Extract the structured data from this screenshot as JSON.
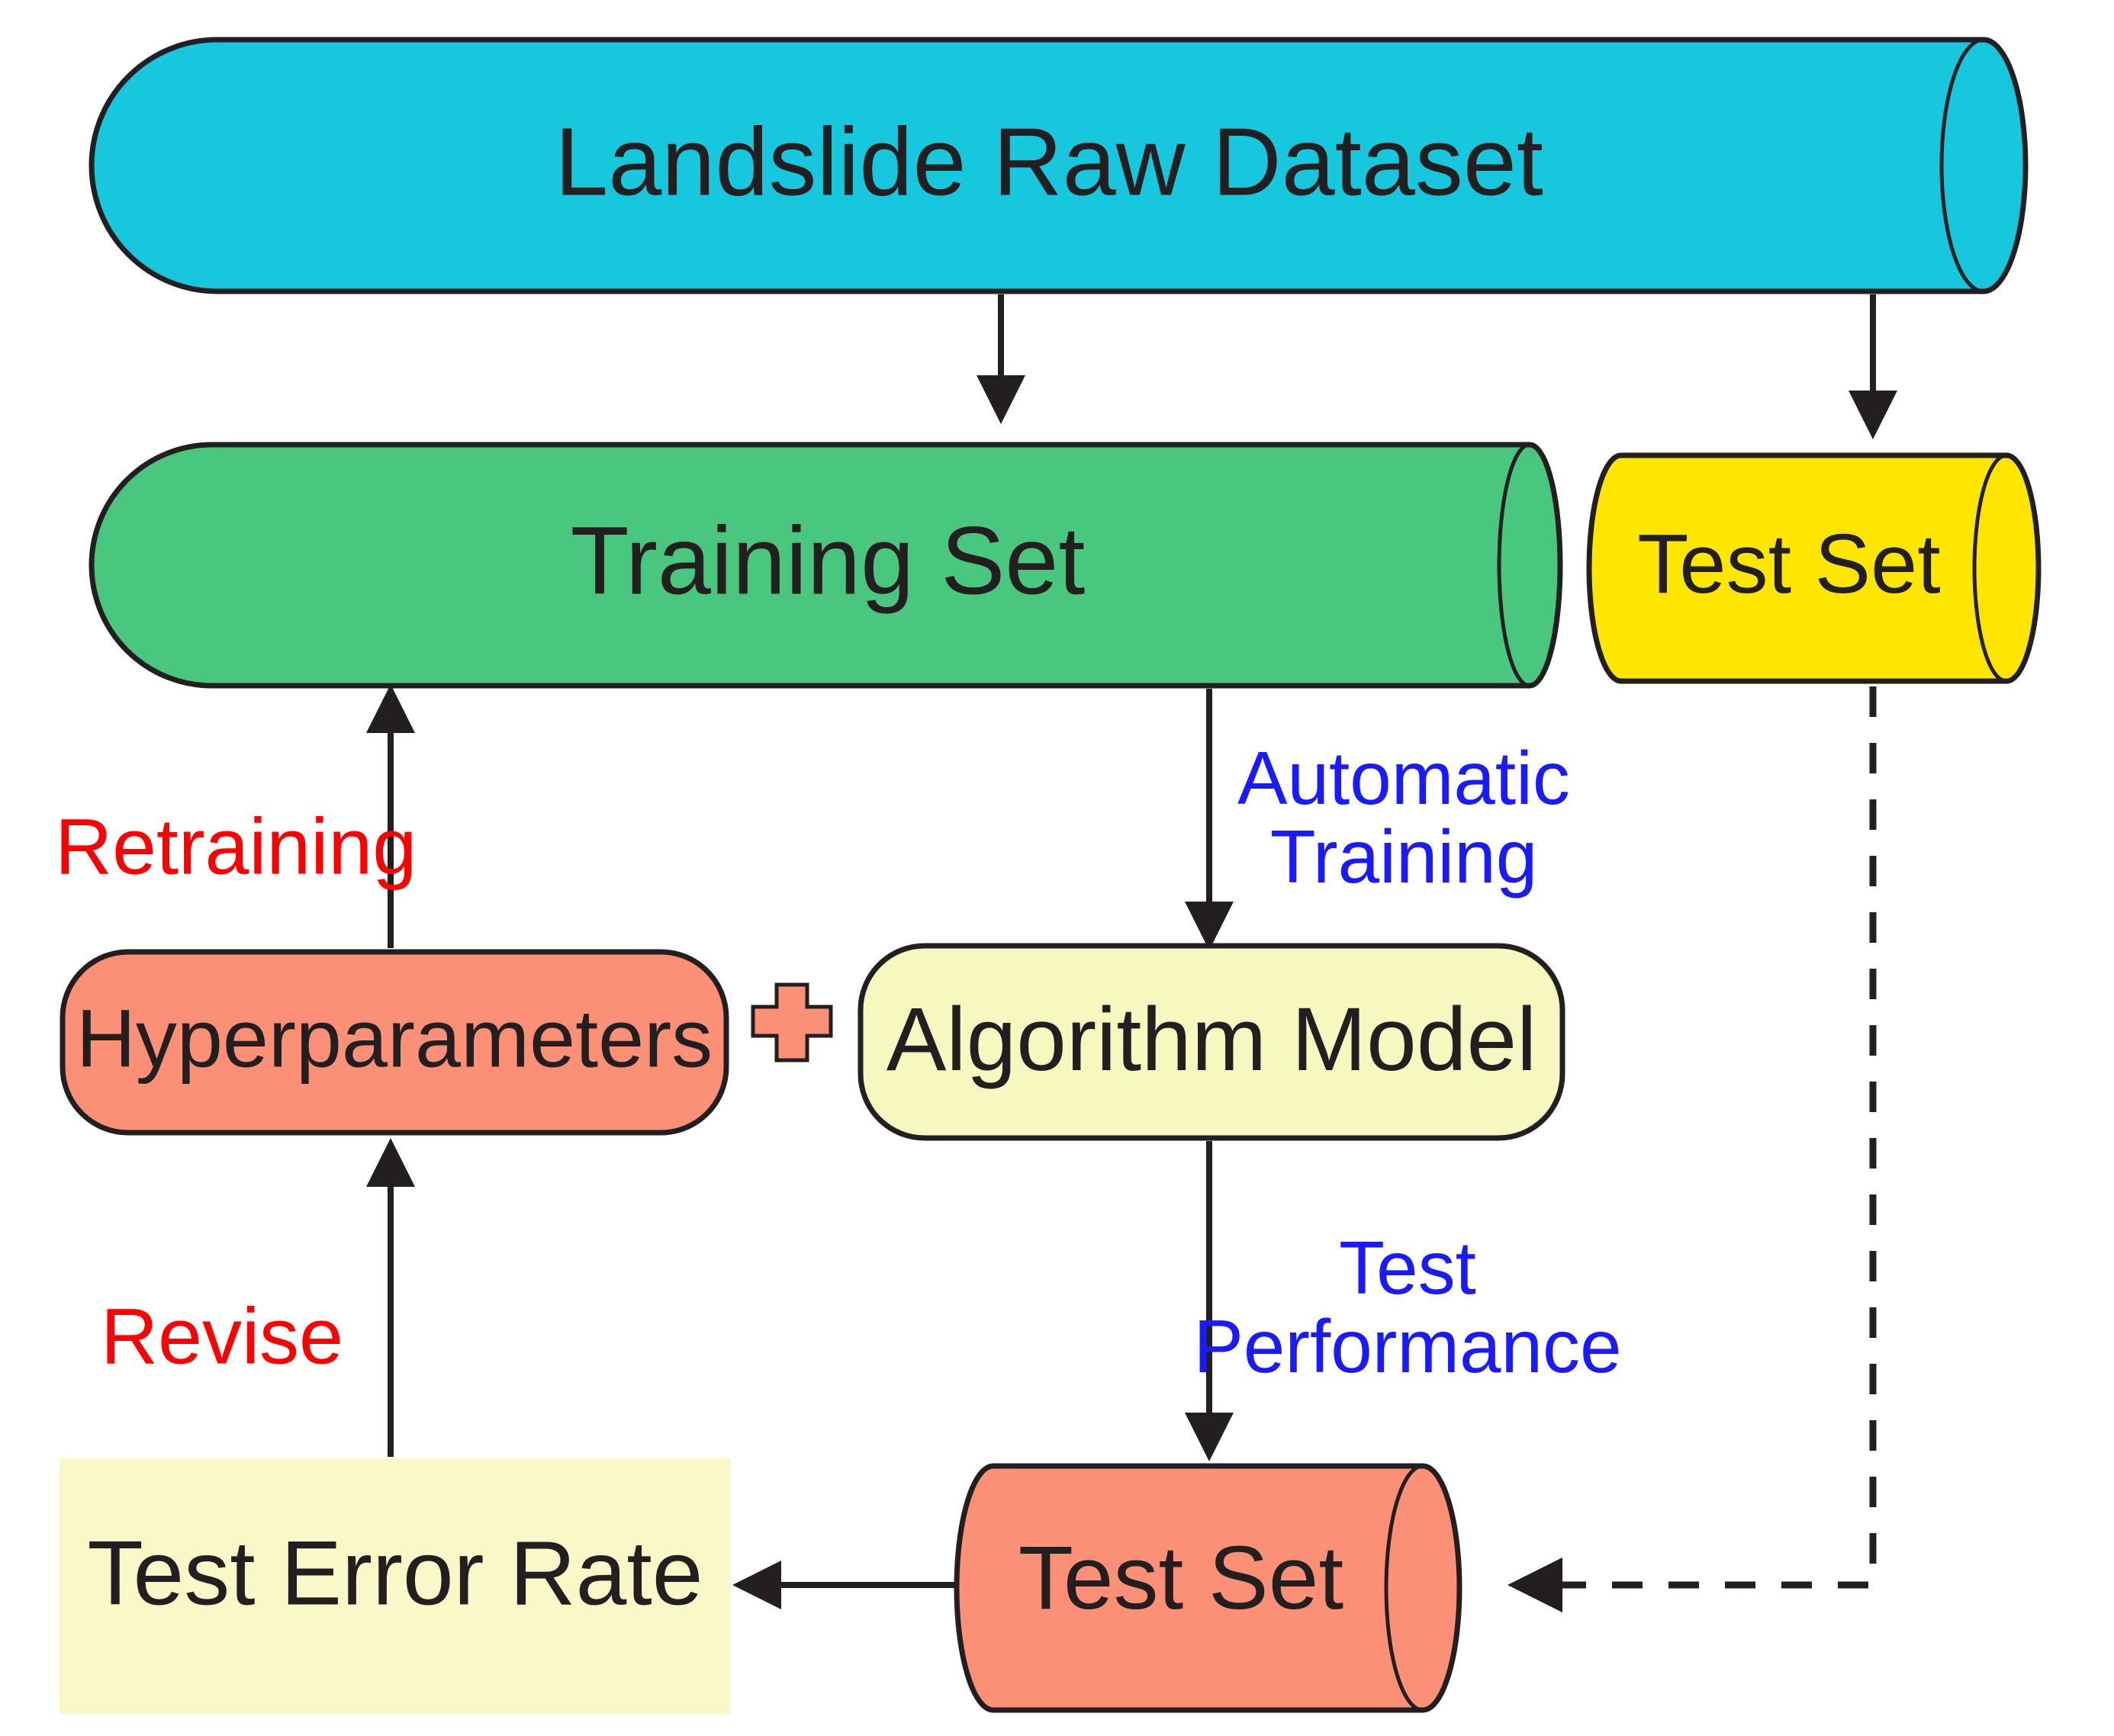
{
  "diagram": {
    "title": "Landslide machine-learning workflow flowchart",
    "background": "#ffffff",
    "colors": {
      "raw_dataset_fill": "#16c7dd",
      "training_set_fill": "#4ac77e",
      "test_set_top_fill": "#ffe600",
      "hyperparameters_fill": "#fc9077",
      "algorithm_model_fill": "#f7f7c0",
      "test_set_bottom_fill": "#fc9077",
      "test_error_rate_fill": "#faf8c8",
      "outline": "#231f20",
      "label_red": "#ff0000",
      "label_blue": "#1a1aff",
      "text_dark": "#231f20"
    },
    "nodes": {
      "raw_dataset": {
        "label": "Landslide Raw Dataset",
        "shape": "cylinder"
      },
      "training_set": {
        "label": "Training Set",
        "shape": "cylinder"
      },
      "test_set_top": {
        "label": "Test Set",
        "shape": "cylinder"
      },
      "hyperparameters": {
        "label": "Hyperparameters",
        "shape": "rounded-rectangle"
      },
      "algorithm_model": {
        "label": "Algorithm Model",
        "shape": "rounded-rectangle"
      },
      "test_set_bottom": {
        "label": "Test Set",
        "shape": "cylinder"
      },
      "test_error_rate": {
        "label": "Test Error Rate",
        "shape": "rectangle"
      }
    },
    "operators": {
      "plus": {
        "glyph": "+",
        "name": "plus-operator"
      }
    },
    "edge_labels": {
      "retraining": "Retraining",
      "revise": "Revise",
      "automatic_training_line1": "Automatic",
      "automatic_training_line2": "Training",
      "test_performance_line1": "Test",
      "test_performance_line2": "Performance"
    },
    "edges": [
      {
        "from": "raw_dataset",
        "to": "training_set",
        "style": "solid",
        "label": ""
      },
      {
        "from": "raw_dataset",
        "to": "test_set_top",
        "style": "solid",
        "label": ""
      },
      {
        "from": "training_set",
        "to": "algorithm_model",
        "style": "solid",
        "label": "Automatic Training"
      },
      {
        "from": "algorithm_model",
        "to": "test_set_bottom",
        "style": "solid",
        "label": "Test Performance"
      },
      {
        "from": "test_set_bottom",
        "to": "test_error_rate",
        "style": "solid",
        "label": ""
      },
      {
        "from": "test_error_rate",
        "to": "hyperparameters",
        "style": "solid",
        "label": "Revise"
      },
      {
        "from": "hyperparameters",
        "to": "training_set",
        "style": "solid",
        "label": "Retraining"
      },
      {
        "from": "test_set_top",
        "to": "test_set_bottom",
        "style": "dashed",
        "label": ""
      }
    ]
  }
}
